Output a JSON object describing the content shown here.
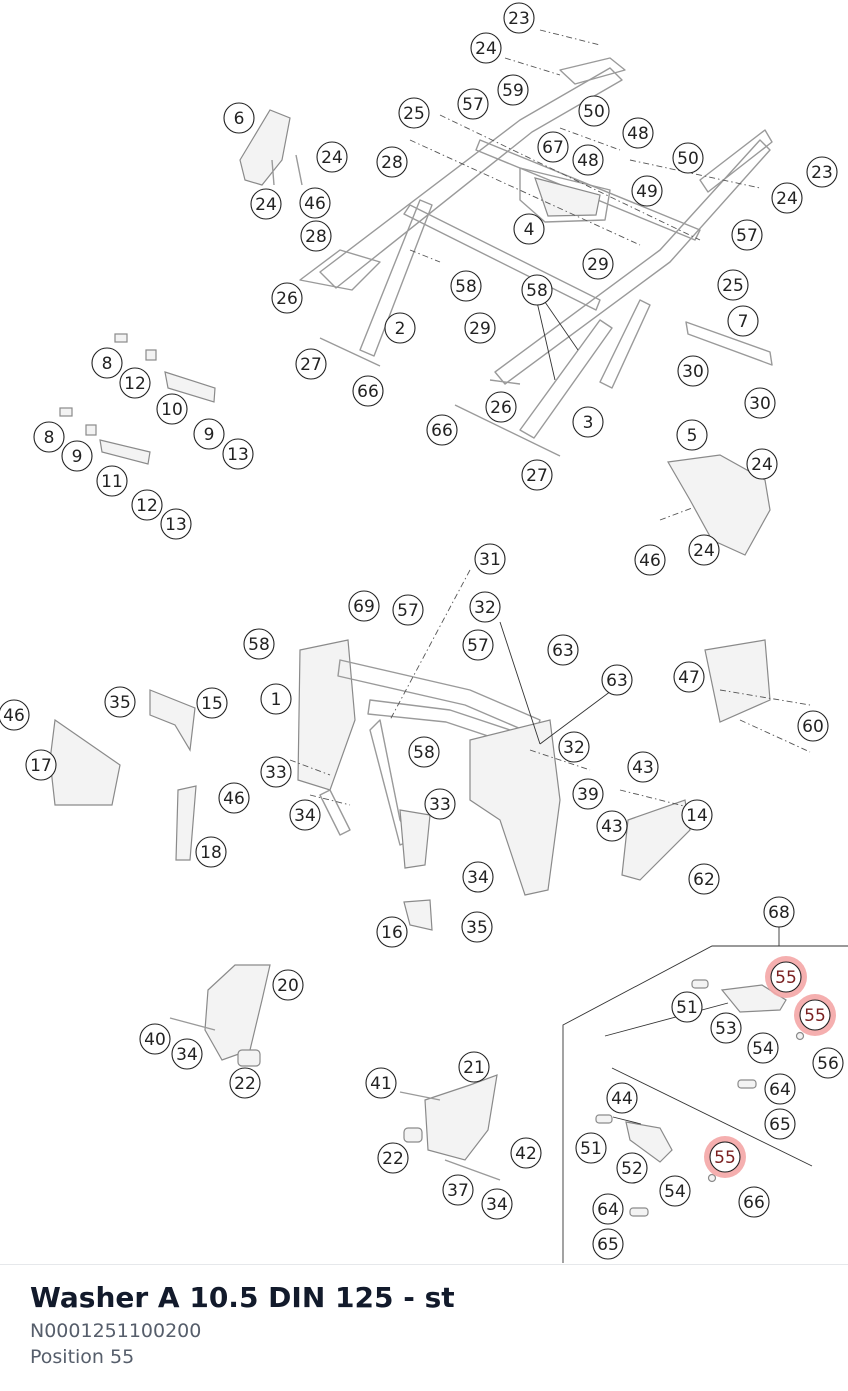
{
  "diagram": {
    "callouts": [
      {
        "id": "c1",
        "label": "23"
      },
      {
        "id": "c2",
        "label": "24"
      },
      {
        "id": "c3",
        "label": "59"
      },
      {
        "id": "c4",
        "label": "57"
      },
      {
        "id": "c5",
        "label": "25"
      },
      {
        "id": "c6",
        "label": "50"
      },
      {
        "id": "c7",
        "label": "48"
      },
      {
        "id": "c8",
        "label": "6"
      },
      {
        "id": "c9",
        "label": "24"
      },
      {
        "id": "c10",
        "label": "28"
      },
      {
        "id": "c11",
        "label": "67"
      },
      {
        "id": "c12",
        "label": "48"
      },
      {
        "id": "c13",
        "label": "50"
      },
      {
        "id": "c14",
        "label": "23"
      },
      {
        "id": "c15",
        "label": "24"
      },
      {
        "id": "c16",
        "label": "46"
      },
      {
        "id": "c17",
        "label": "49"
      },
      {
        "id": "c18",
        "label": "24"
      },
      {
        "id": "c19",
        "label": "28"
      },
      {
        "id": "c20",
        "label": "4"
      },
      {
        "id": "c21",
        "label": "57"
      },
      {
        "id": "c22",
        "label": "29"
      },
      {
        "id": "c23",
        "label": "26"
      },
      {
        "id": "c24",
        "label": "58"
      },
      {
        "id": "c25",
        "label": "58"
      },
      {
        "id": "c26",
        "label": "25"
      },
      {
        "id": "c27",
        "label": "2"
      },
      {
        "id": "c28",
        "label": "29"
      },
      {
        "id": "c29",
        "label": "7"
      },
      {
        "id": "c30",
        "label": "27"
      },
      {
        "id": "c31",
        "label": "66"
      },
      {
        "id": "c32",
        "label": "30"
      },
      {
        "id": "c33",
        "label": "8"
      },
      {
        "id": "c34",
        "label": "12"
      },
      {
        "id": "c35",
        "label": "10"
      },
      {
        "id": "c36",
        "label": "26"
      },
      {
        "id": "c37",
        "label": "3"
      },
      {
        "id": "c38",
        "label": "30"
      },
      {
        "id": "c39",
        "label": "9"
      },
      {
        "id": "c40",
        "label": "66"
      },
      {
        "id": "c41",
        "label": "8"
      },
      {
        "id": "c42",
        "label": "9"
      },
      {
        "id": "c43",
        "label": "13"
      },
      {
        "id": "c44",
        "label": "5"
      },
      {
        "id": "c45",
        "label": "24"
      },
      {
        "id": "c46",
        "label": "27"
      },
      {
        "id": "c47",
        "label": "11"
      },
      {
        "id": "c48",
        "label": "12"
      },
      {
        "id": "c49",
        "label": "13"
      },
      {
        "id": "c50",
        "label": "46"
      },
      {
        "id": "c51",
        "label": "24"
      },
      {
        "id": "c52",
        "label": "31"
      },
      {
        "id": "c53",
        "label": "69"
      },
      {
        "id": "c54",
        "label": "57"
      },
      {
        "id": "c55",
        "label": "32"
      },
      {
        "id": "c56",
        "label": "58"
      },
      {
        "id": "c57",
        "label": "57"
      },
      {
        "id": "c58",
        "label": "63"
      },
      {
        "id": "c59",
        "label": "47"
      },
      {
        "id": "c60",
        "label": "63"
      },
      {
        "id": "c61",
        "label": "1"
      },
      {
        "id": "c62",
        "label": "35"
      },
      {
        "id": "c63",
        "label": "15"
      },
      {
        "id": "c64",
        "label": "46"
      },
      {
        "id": "c65",
        "label": "60"
      },
      {
        "id": "c66",
        "label": "58"
      },
      {
        "id": "c67",
        "label": "32"
      },
      {
        "id": "c68",
        "label": "17"
      },
      {
        "id": "c69",
        "label": "33"
      },
      {
        "id": "c70",
        "label": "43"
      },
      {
        "id": "c71",
        "label": "39"
      },
      {
        "id": "c72",
        "label": "46"
      },
      {
        "id": "c73",
        "label": "34"
      },
      {
        "id": "c74",
        "label": "33"
      },
      {
        "id": "c75",
        "label": "14"
      },
      {
        "id": "c76",
        "label": "43"
      },
      {
        "id": "c77",
        "label": "18"
      },
      {
        "id": "c78",
        "label": "34"
      },
      {
        "id": "c79",
        "label": "62"
      },
      {
        "id": "c80",
        "label": "68"
      },
      {
        "id": "c81",
        "label": "16"
      },
      {
        "id": "c82",
        "label": "35"
      },
      {
        "id": "c83",
        "label": "20"
      },
      {
        "id": "c84",
        "label": "55",
        "highlight": true
      },
      {
        "id": "c85",
        "label": "51"
      },
      {
        "id": "c86",
        "label": "55",
        "highlight": true
      },
      {
        "id": "c87",
        "label": "53"
      },
      {
        "id": "c88",
        "label": "40"
      },
      {
        "id": "c89",
        "label": "34"
      },
      {
        "id": "c90",
        "label": "54"
      },
      {
        "id": "c91",
        "label": "56"
      },
      {
        "id": "c92",
        "label": "22"
      },
      {
        "id": "c93",
        "label": "21"
      },
      {
        "id": "c94",
        "label": "41"
      },
      {
        "id": "c95",
        "label": "64"
      },
      {
        "id": "c96",
        "label": "44"
      },
      {
        "id": "c97",
        "label": "65"
      },
      {
        "id": "c98",
        "label": "51"
      },
      {
        "id": "c99",
        "label": "42"
      },
      {
        "id": "c100",
        "label": "22"
      },
      {
        "id": "c101",
        "label": "55",
        "highlight": true
      },
      {
        "id": "c102",
        "label": "52"
      },
      {
        "id": "c103",
        "label": "37"
      },
      {
        "id": "c104",
        "label": "54"
      },
      {
        "id": "c105",
        "label": "34"
      },
      {
        "id": "c106",
        "label": "66"
      },
      {
        "id": "c107",
        "label": "64"
      },
      {
        "id": "c108",
        "label": "65"
      }
    ]
  },
  "caption": {
    "title": "Washer A 10.5 DIN 125 - st",
    "part_number": "N0001251100200",
    "position": "Position 55"
  },
  "colors": {
    "highlight": "#f4a6a6",
    "title": "#121a2b",
    "subtext": "#565e6b"
  }
}
